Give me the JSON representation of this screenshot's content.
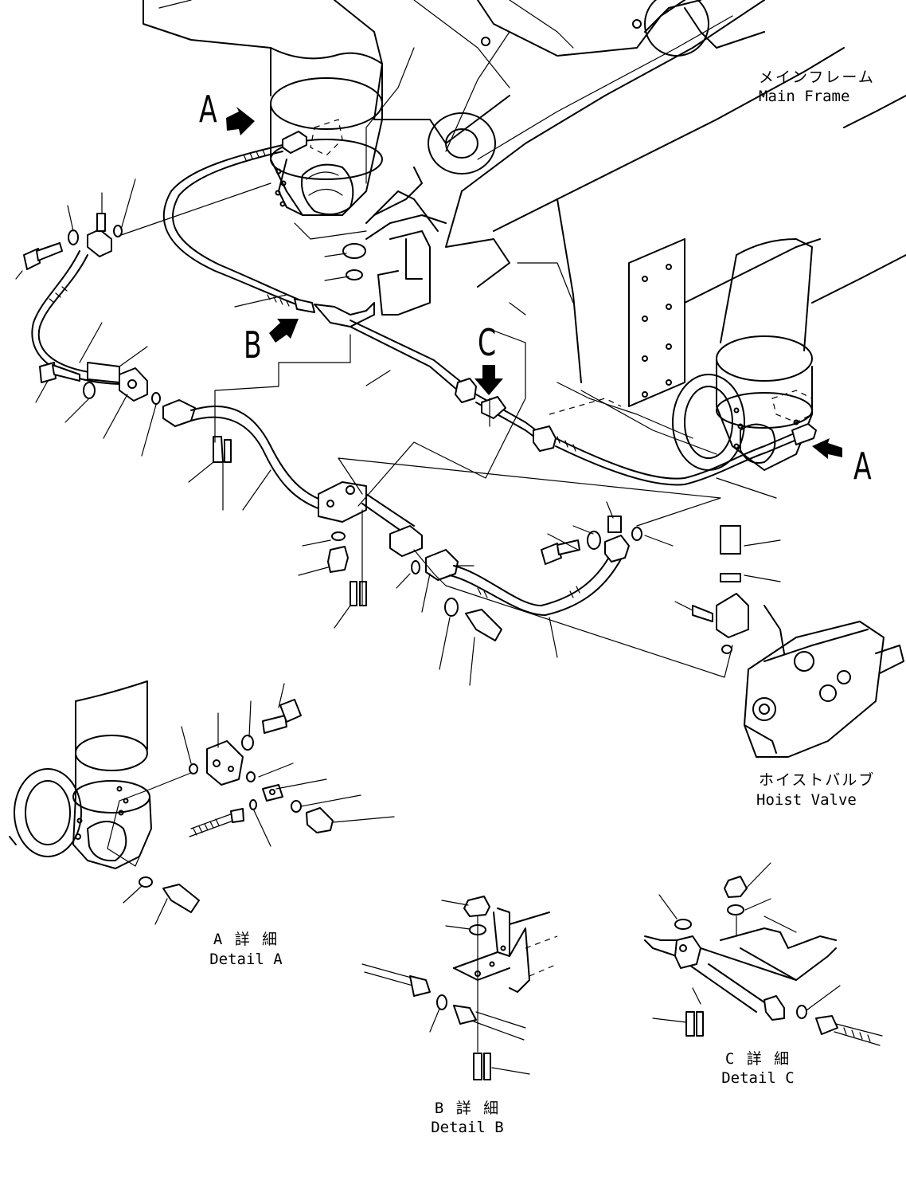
{
  "labels": {
    "main_frame_jp": "メインフレーム",
    "main_frame_en": "Main Frame",
    "hoist_valve_jp": "ホイストバルブ",
    "hoist_valve_en": "Hoist Valve"
  },
  "view_markers": {
    "a": "A",
    "b": "B",
    "c": "C"
  },
  "details": {
    "a_jp": "A 詳 細",
    "a_en": "Detail A",
    "b_jp": "B 詳 細",
    "b_en": "Detail B",
    "c_jp": "C 詳 細",
    "c_en": "Detail C"
  }
}
